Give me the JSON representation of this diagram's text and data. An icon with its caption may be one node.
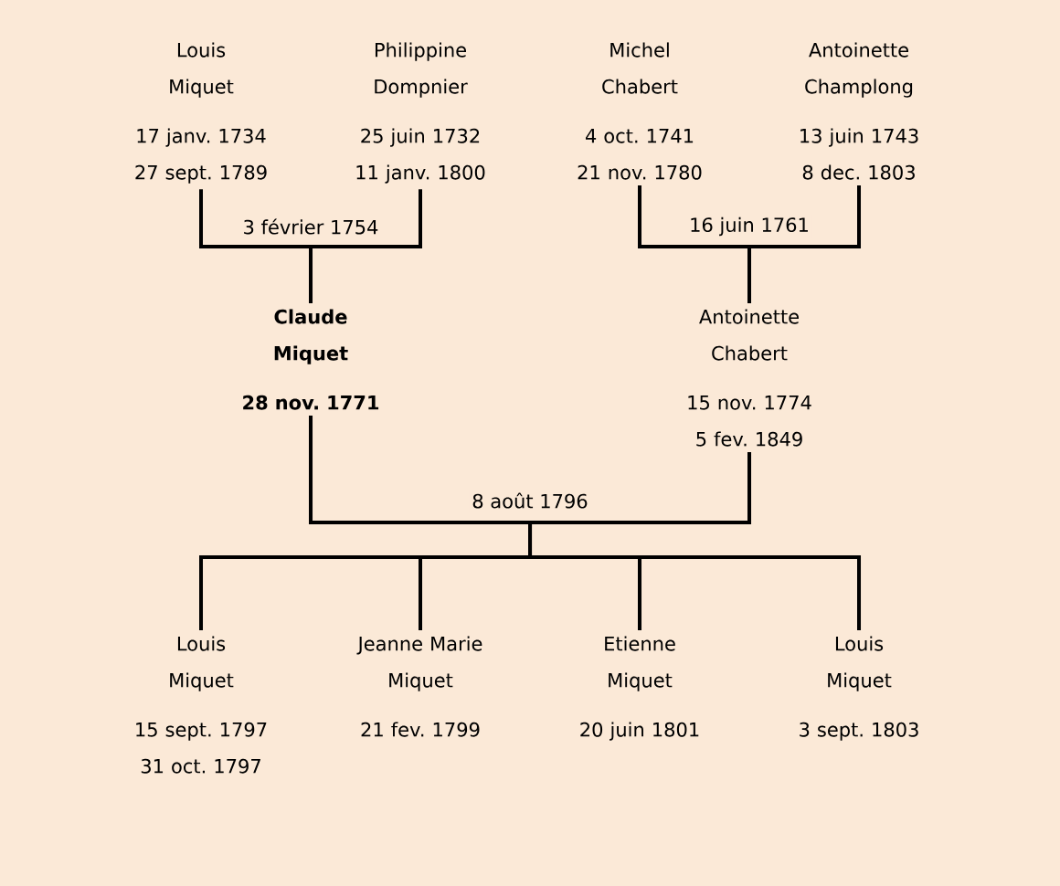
{
  "diagram": {
    "nodes": [
      {
        "text": [
          "Louis Miquet",
          "17 janv. 1734",
          "27 sept. 1789"
        ]
      },
      {
        "text": [
          "Philippine Dompnier",
          "25 juin 1732",
          "11 janv. 1800"
        ]
      },
      {
        "text": [
          "Michel Chabert",
          "4 oct. 1741",
          "21 nov. 1780"
        ]
      },
      {
        "text": [
          "Antoinette Champlong",
          "13 juin 1743",
          "8 dec. 1803"
        ]
      },
      {
        "text": [
          "Claude Miquet",
          "28 nov. 1771"
        ]
      },
      {
        "text": [
          "Antoinette Chabert",
          "15 nov. 1774",
          "5 fev. 1849"
        ]
      },
      {
        "text": [
          "Louis Miquet",
          "15 sept. 1797",
          "31 oct. 1797"
        ]
      },
      {
        "text": [
          "Jeanne Marie Miquet",
          "21 fev. 1799"
        ]
      },
      {
        "text": [
          "Etienne Miquet",
          "20 juin 1801"
        ]
      },
      {
        "text": [
          "Louis Miquet",
          "3 sept. 1803"
        ]
      }
    ],
    "edges": [
      {
        "from": 0,
        "to": 4,
        "arrow": "none",
        "label": "3 février 1754"
      },
      {
        "from": 1,
        "to": 4,
        "arrow": "none"
      },
      {
        "from": 2,
        "to": 5,
        "arrow": "none",
        "label": "16 juin 1761"
      },
      {
        "from": 3,
        "to": 5,
        "arrow": "none"
      },
      {
        "from": 4,
        "to": 6,
        "arrow": "none",
        "label": "8 août 1796"
      },
      {
        "from": 4,
        "to": 7,
        "arrow": "none"
      },
      {
        "from": 4,
        "to": 8,
        "arrow": "none"
      },
      {
        "from": 4,
        "to": 9,
        "arrow": "none"
      },
      {
        "from": 5,
        "to": 6,
        "arrow": "none"
      },
      {
        "from": 5,
        "to": 7,
        "arrow": "none"
      },
      {
        "from": 5,
        "to": 8,
        "arrow": "none"
      },
      {
        "from": 5,
        "to": 9,
        "arrow": "none"
      }
    ]
  }
}
